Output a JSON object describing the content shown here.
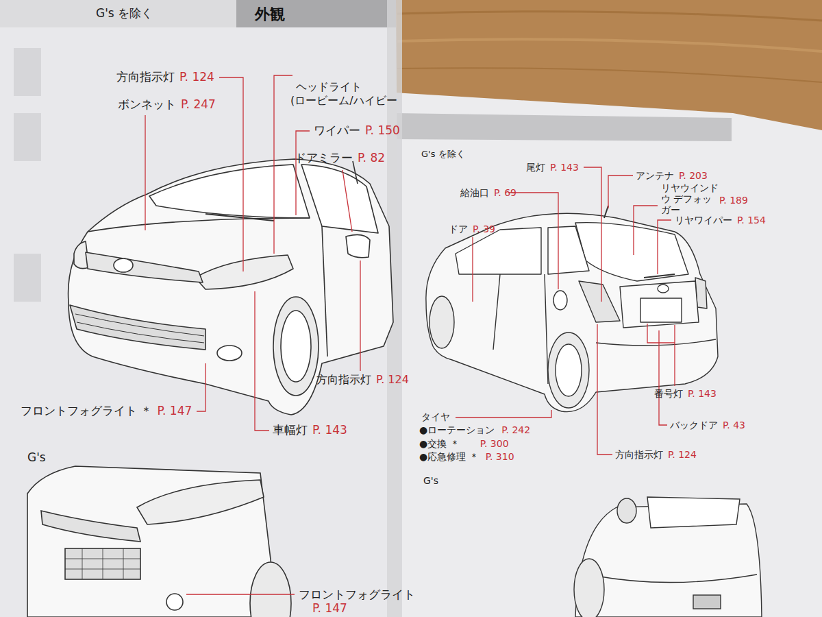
{
  "diagram": {
    "title": "外観",
    "labels": [
      "G's を除く",
      "方向指示灯",
      "P. 124",
      "ボンネット",
      "P. 247",
      "ヘッドライト",
      "(ロービーム/ハイビー",
      "ワイパー",
      "P. 150",
      "ドアミラー",
      "P. 82",
      "方向指示灯",
      "P. 124",
      "フロントフォグライト ＊",
      "P. 147",
      "車幅灯",
      "P. 143",
      "G's",
      "フロントフォグライト",
      "P. 147",
      "G's を除く",
      "尾灯",
      "P. 143",
      "アンテナ",
      "P. 203",
      "給油口",
      "P. 69",
      "リヤウインドウ デフォッガー",
      "P. 189",
      "リヤワイパー",
      "P. 154",
      "ドア",
      "P. 39",
      "タイヤ",
      "●ローテーション",
      "P. 242",
      "●交換 ＊",
      "P. 300",
      "●応急修理 ＊",
      "P. 310",
      "番号灯",
      "P. 143",
      "バックドア",
      "P. 43",
      "方向指示灯",
      "P. 124",
      "G's"
    ]
  }
}
